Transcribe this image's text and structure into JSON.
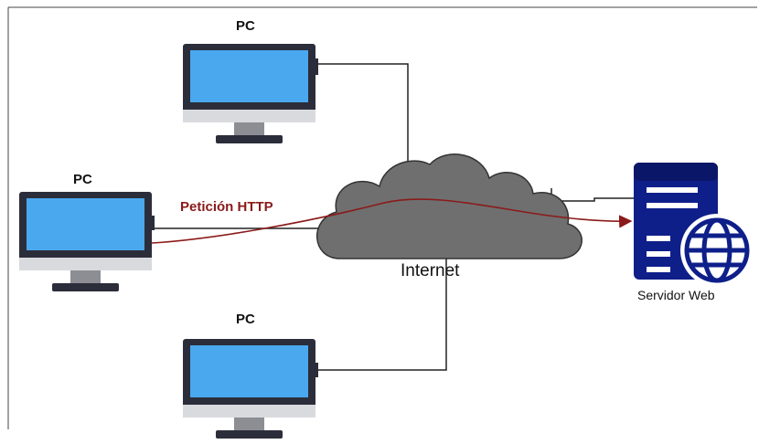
{
  "diagram": {
    "nodes": {
      "pc_top": {
        "label": "PC"
      },
      "pc_left": {
        "label": "PC"
      },
      "pc_bottom": {
        "label": "PC"
      },
      "internet": {
        "label": "Internet"
      },
      "server": {
        "label": "Servidor Web"
      }
    },
    "edges": {
      "request": {
        "label": "Petición HTTP"
      }
    },
    "colors": {
      "monitor_frame": "#2b2d3a",
      "screen": "#4aa8ee",
      "screen_border": "#2f86c9",
      "chin": "#d9dade",
      "stand": "#8c8e94",
      "cloud": "#6f6f6f",
      "cloud_outline": "#333333",
      "link_line": "#222222",
      "http_arrow": "#8b1a1a",
      "server_body": "#0e1f8a",
      "server_dark": "#0a1668",
      "globe": "#0e1f8a"
    }
  }
}
